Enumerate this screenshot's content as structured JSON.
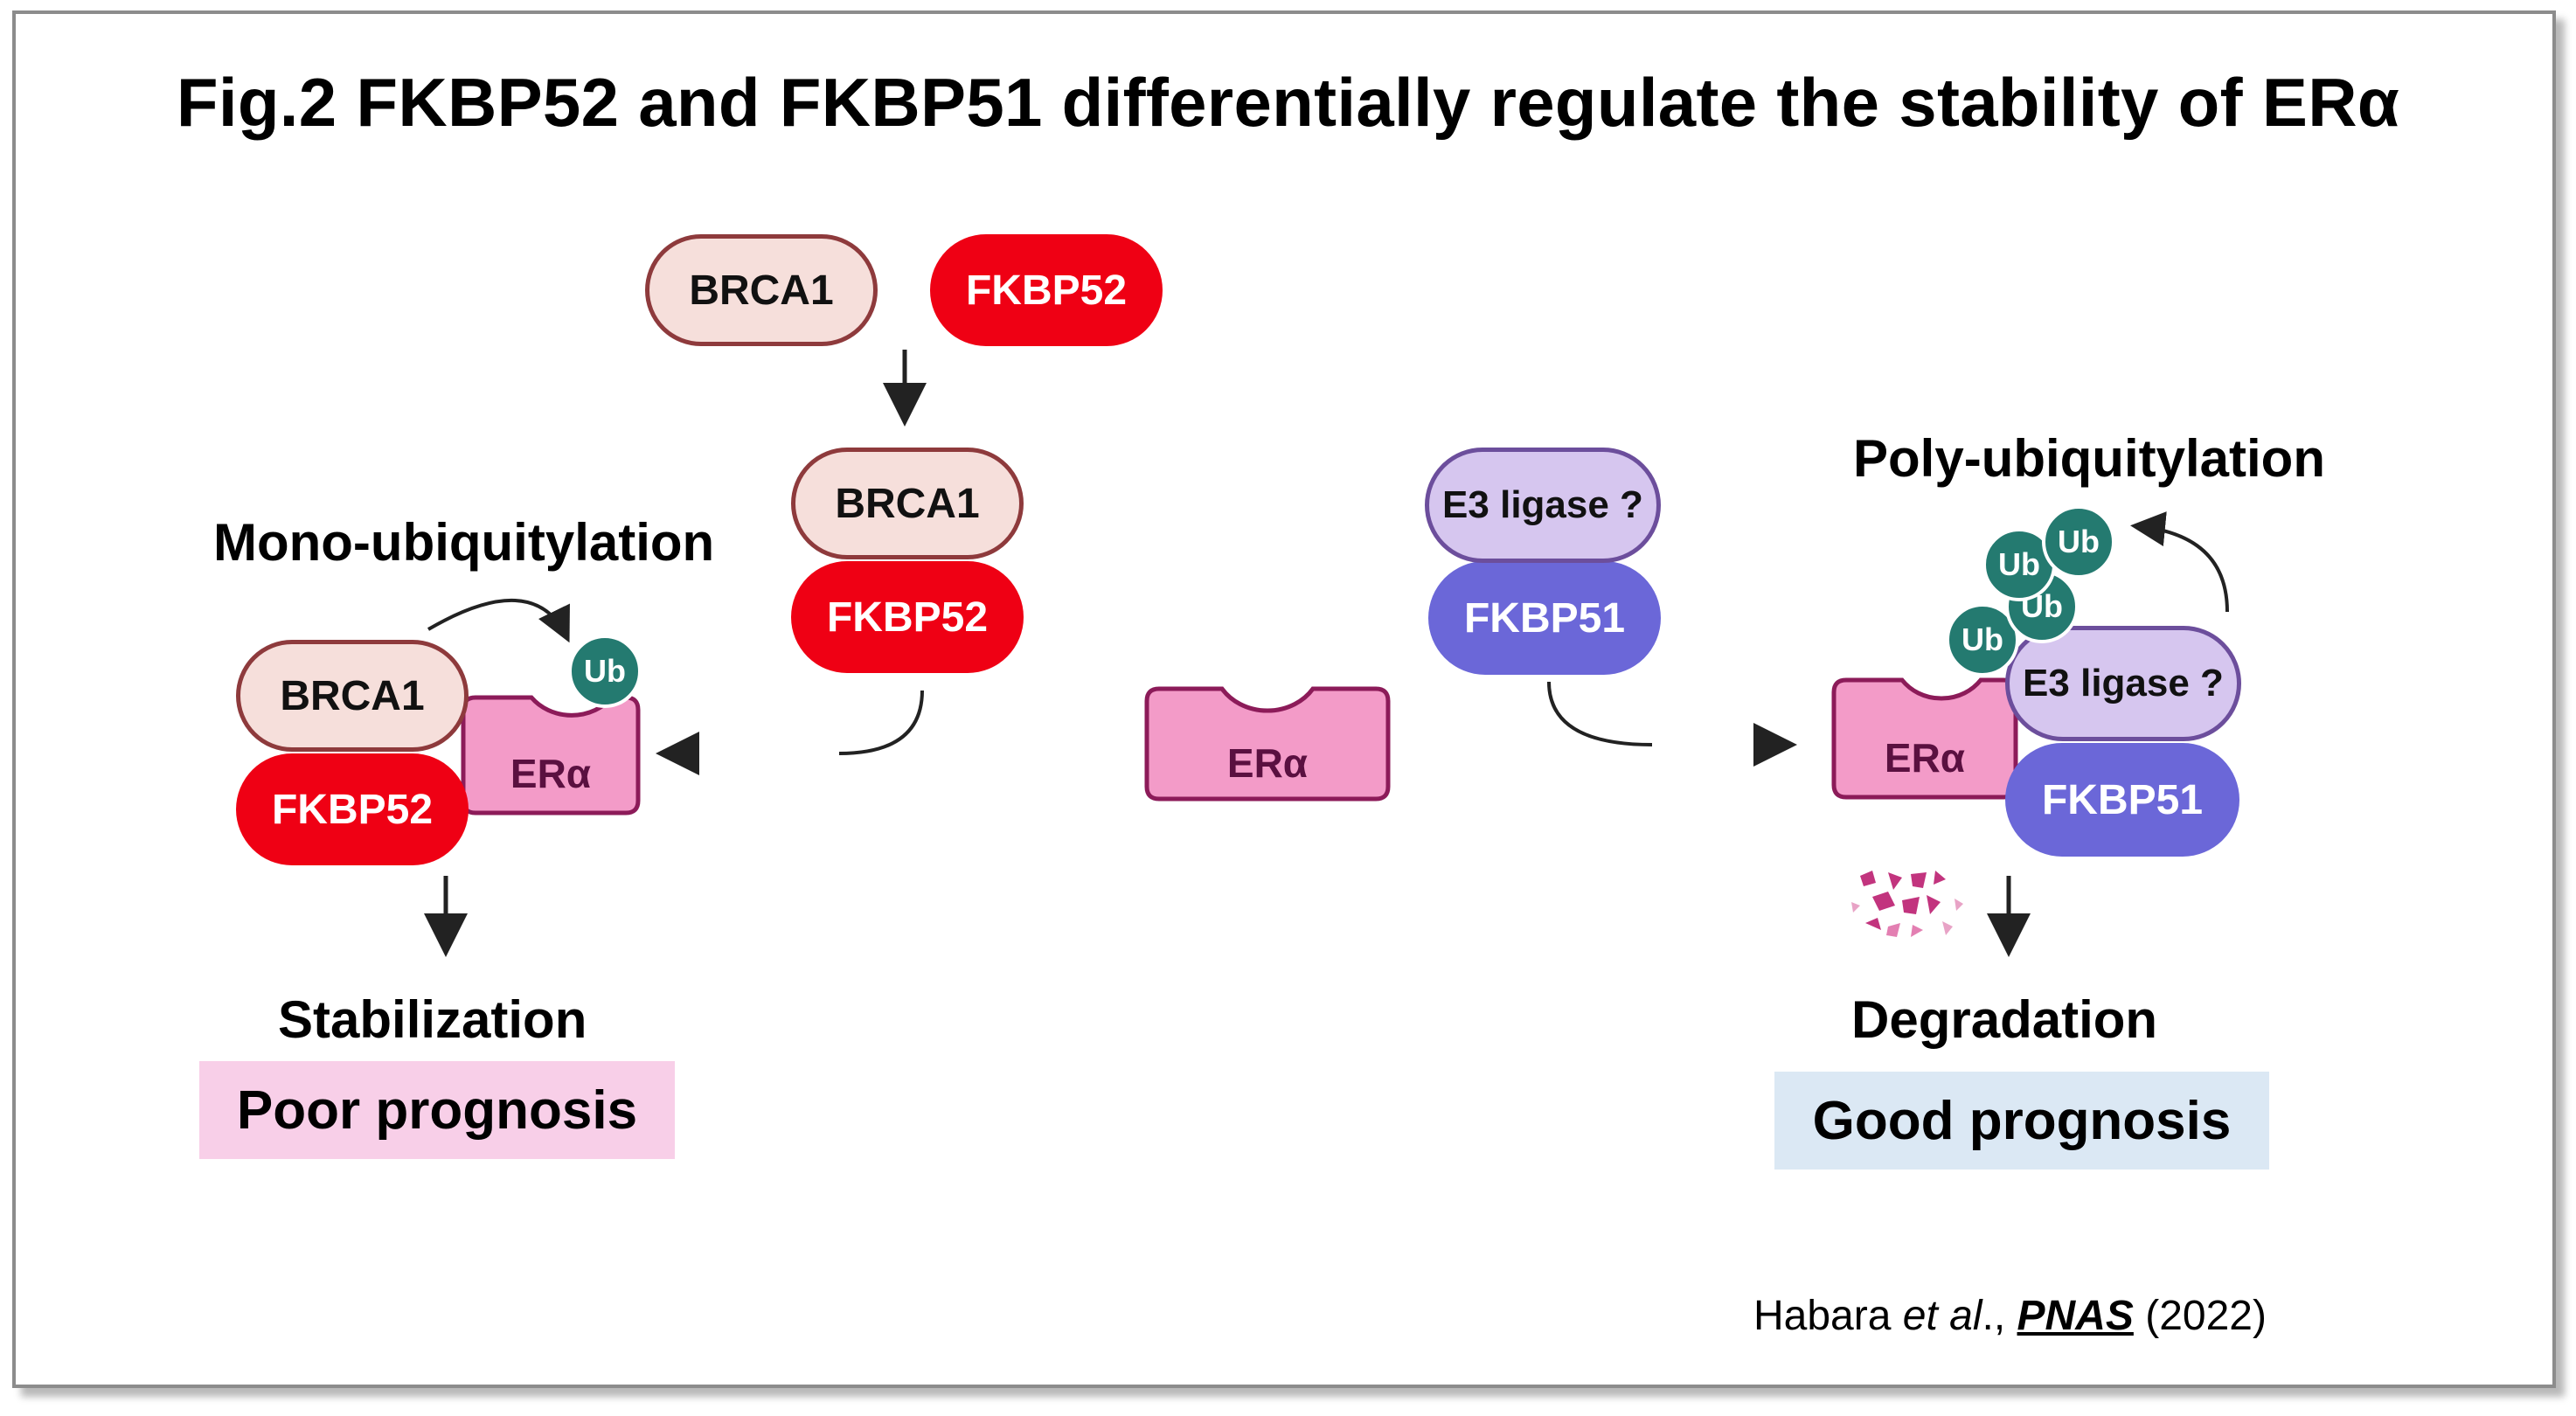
{
  "title": "Fig.2 FKBP52 and FKBP51 differentially regulate the stability of ERα",
  "proteins": {
    "brca1": "BRCA1",
    "fkbp52": "FKBP52",
    "fkbp51": "FKBP51",
    "e3_ligase": "E3 ligase ?",
    "era": "ERα",
    "ub": "Ub"
  },
  "labels": {
    "mono": "Mono-ubiquitylation",
    "poly": "Poly-ubiquitylation",
    "stabilization": "Stabilization",
    "degradation": "Degradation",
    "poor": "Poor prognosis",
    "good": "Good prognosis"
  },
  "citation": {
    "author": "Habara ",
    "etal": "et al",
    "sep": "., ",
    "journal": "PNAS",
    "year": " (2022)"
  },
  "colors": {
    "brca1_fill": "#f6dfdb",
    "fkbp52_fill": "#ef0014",
    "fkbp51_fill": "#6b67d8",
    "e3_fill": "#d6c6ef",
    "era_fill": "#f39bc8",
    "ub_fill": "#247a70",
    "poor_bg": "#f8cfe8",
    "good_bg": "#dbe8f4"
  }
}
